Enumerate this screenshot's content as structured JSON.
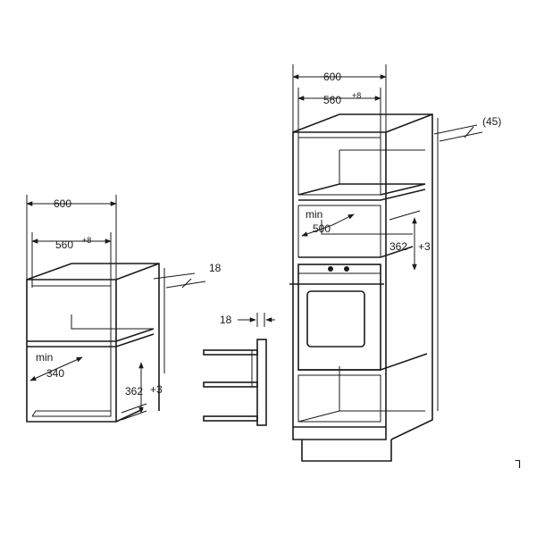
{
  "left_cabinet": {
    "width_outer": "600",
    "width_inner": "560",
    "width_inner_tol": "+8",
    "side_depth": "18",
    "min_label": "min",
    "min_value": "340",
    "height": "362",
    "height_tol": "+3"
  },
  "side_detail": {
    "thickness": "18"
  },
  "right_cabinet": {
    "width_outer": "600",
    "width_inner": "560",
    "width_inner_tol": "+8",
    "side_depth": "(45)",
    "min_label": "min",
    "min_value": "500",
    "height": "362",
    "height_tol": "+3"
  },
  "corner_mark": "ᒣ"
}
